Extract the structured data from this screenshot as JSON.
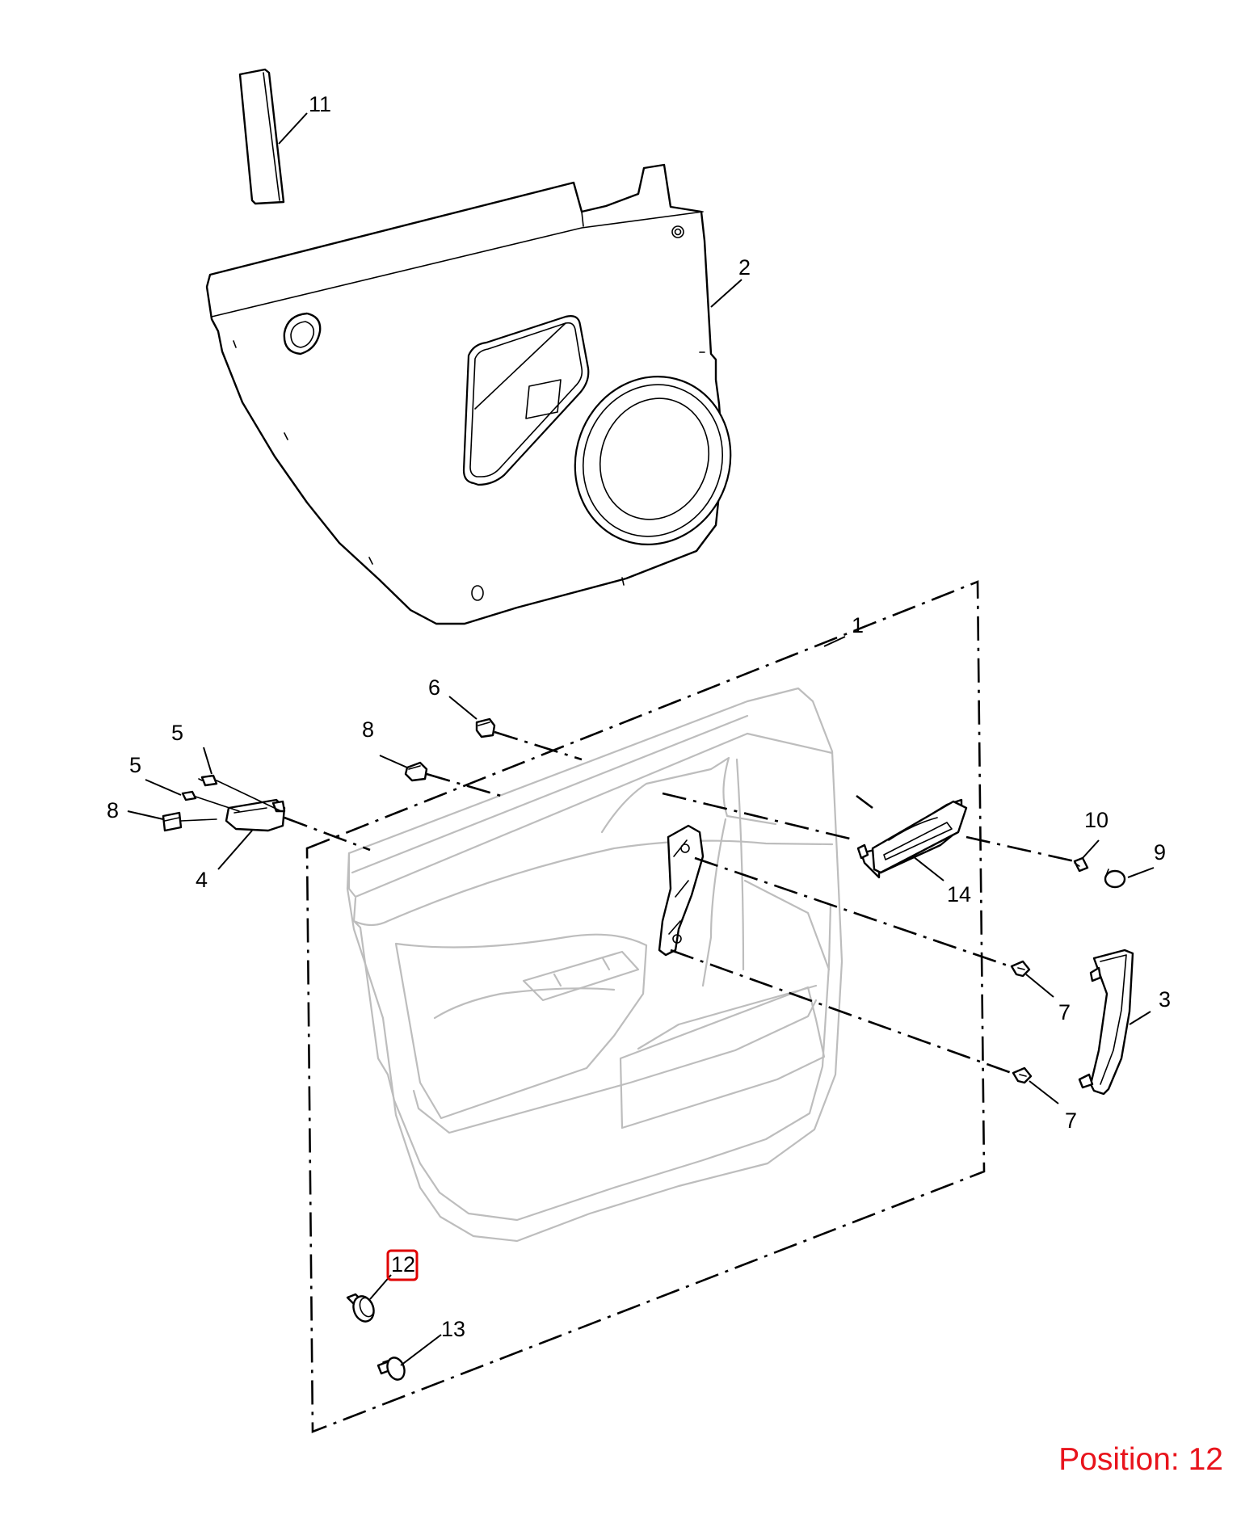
{
  "diagram": {
    "callouts": {
      "c1": "1",
      "c2": "2",
      "c3": "3",
      "c4": "4",
      "c5a": "5",
      "c5b": "5",
      "c6": "6",
      "c7a": "7",
      "c7b": "7",
      "c8a": "8",
      "c8b": "8",
      "c9": "9",
      "c10": "10",
      "c11": "11",
      "c12": "12",
      "c13": "13",
      "c14": "14"
    },
    "highlighted_callout": "12",
    "colors": {
      "highlight": "#e00000",
      "position_text": "#e8141c",
      "line": "#000000",
      "faint_line": "#bdbdbd"
    }
  },
  "footer": {
    "position_label": "Position: 12"
  }
}
